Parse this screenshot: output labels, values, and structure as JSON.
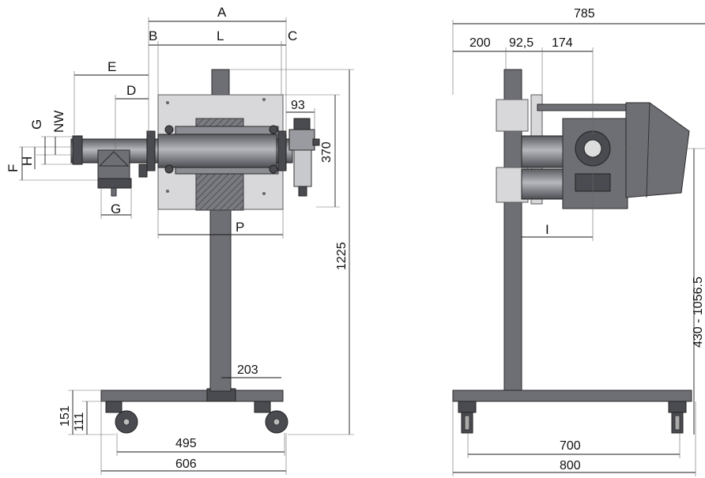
{
  "front_view": {
    "letters": {
      "A": "A",
      "B": "B",
      "L": "L",
      "C": "C",
      "E": "E",
      "D": "D",
      "G_top": "G",
      "NW": "NW",
      "F": "F",
      "H": "H",
      "G_bottom": "G",
      "P": "P"
    },
    "dims": {
      "d93": "93",
      "d370": "370",
      "d1225": "1225",
      "d203": "203",
      "d151": "151",
      "d111": "111",
      "d495": "495",
      "d606": "606"
    }
  },
  "side_view": {
    "dims": {
      "d785": "785",
      "d200": "200",
      "d92_5": "92,5",
      "d174": "174",
      "I": "I",
      "d700": "700",
      "d800": "800",
      "d_range": "430 - 1056.5"
    }
  },
  "colors": {
    "metal": "#6e6f74",
    "plate": "#d8d8da",
    "dark": "#2a2a2c"
  }
}
